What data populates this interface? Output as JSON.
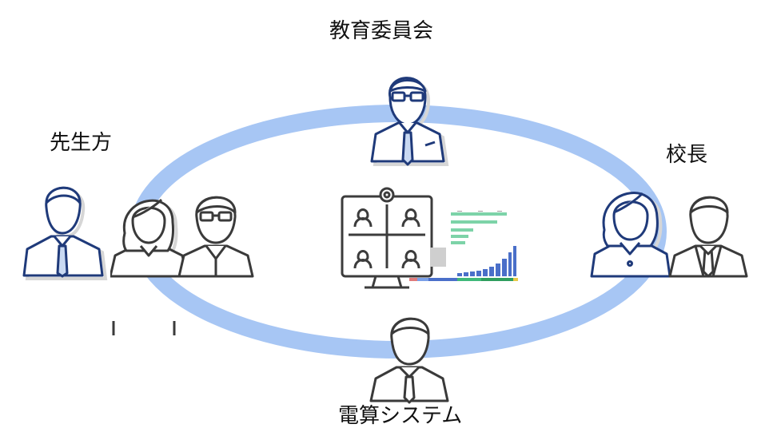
{
  "labels": {
    "board": "教育委員会",
    "teachers": "先生方",
    "principal": "校長",
    "system": "電算システム"
  },
  "colors": {
    "ring": "#a7c6f4",
    "person_blue_stroke": "#1f3a7a",
    "person_gray_stroke": "#3a3a3a",
    "tie_fill": "#c9d9f2",
    "shadow": "#d6d6d6",
    "monitor_stroke": "#3c3c3c",
    "chart_green": "#7dd3a8",
    "chart_blue": "#4a6fc9"
  },
  "icons": {
    "center": "video-conference-monitor-icon",
    "dashboard": "dashboard-thumbnail"
  }
}
